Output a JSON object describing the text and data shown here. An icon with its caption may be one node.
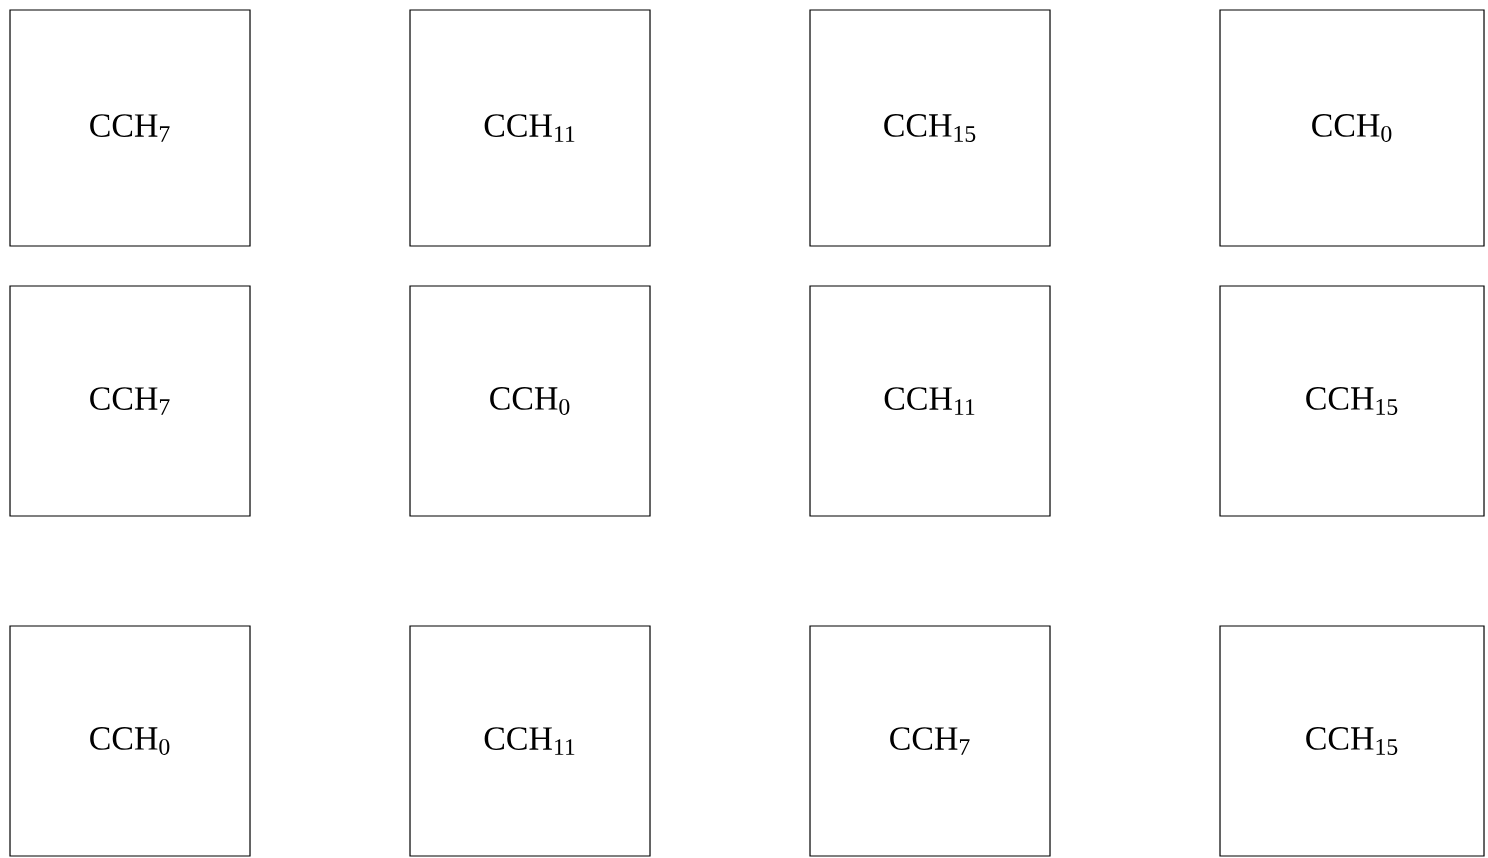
{
  "diagram": {
    "nodes": [
      {
        "text": [
          "CCH$_{7}$"
        ]
      },
      {
        "text": [
          "CCH$_{11}$"
        ]
      },
      {
        "text": [
          "CCH$_{15}$"
        ]
      },
      {
        "text": [
          "CCH$_{0}$"
        ]
      },
      {
        "text": [
          "CCH$_{7}$"
        ]
      },
      {
        "text": [
          "CCH$_{0}$"
        ]
      },
      {
        "text": [
          "CCH$_{11}$"
        ]
      },
      {
        "text": [
          "CCH$_{15}$"
        ]
      },
      {
        "text": [
          "CCH$_{0}$"
        ]
      },
      {
        "text": [
          "CCH$_{11}$"
        ]
      },
      {
        "text": [
          "CCH$_{7}$"
        ]
      },
      {
        "text": [
          "CCH$_{15}$"
        ]
      }
    ]
  }
}
